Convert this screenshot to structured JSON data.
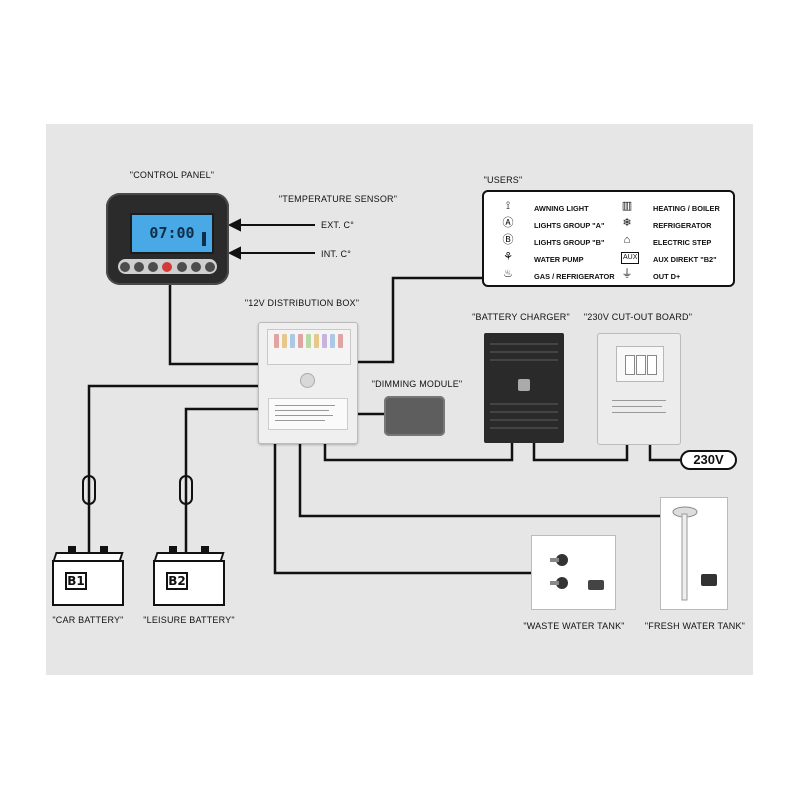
{
  "labels": {
    "control_panel": "\"CONTROL PANEL\"",
    "temperature_sensor": "\"TEMPERATURE SENSOR\"",
    "ext_c": "EXT. C°",
    "int_c": "INT. C°",
    "users": "\"USERS\"",
    "distribution_box": "\"12V DISTRIBUTION BOX\"",
    "dimming_module": "\"DIMMING MODULE\"",
    "battery_charger": "\"BATTERY CHARGER\"",
    "cutout_board": "\"230V CUT-OUT BOARD\"",
    "car_battery": "\"CAR BATTERY\"",
    "leisure_battery": "\"LEISURE BATTERY\"",
    "waste_water_tank": "\"WASTE WATER TANK\"",
    "fresh_water_tank": "\"FRESH WATER TANK\"",
    "voltage": "230V"
  },
  "control_panel": {
    "display": "07:00"
  },
  "users": {
    "left": [
      {
        "label": "AWNING LIGHT",
        "icon": "awning-light-icon"
      },
      {
        "label": "LIGHTS GROUP \"A\"",
        "icon": "bulb-a-icon"
      },
      {
        "label": "LIGHTS GROUP \"B\"",
        "icon": "bulb-b-icon"
      },
      {
        "label": "WATER PUMP",
        "icon": "water-pump-icon"
      },
      {
        "label": "GAS / REFRIGERATOR",
        "icon": "flame-icon"
      }
    ],
    "right": [
      {
        "label": "HEATING / BOILER",
        "icon": "heater-icon"
      },
      {
        "label": "REFRIGERATOR",
        "icon": "snowflake-icon"
      },
      {
        "label": "ELECTRIC STEP",
        "icon": "step-icon"
      },
      {
        "label": "AUX DIREKT \"B2\"",
        "icon": "aux-icon",
        "badge": "AUX"
      },
      {
        "label": "OUT D+",
        "icon": "outlet-icon"
      }
    ]
  },
  "batteries": [
    {
      "tag": "B1"
    },
    {
      "tag": "B2"
    }
  ]
}
